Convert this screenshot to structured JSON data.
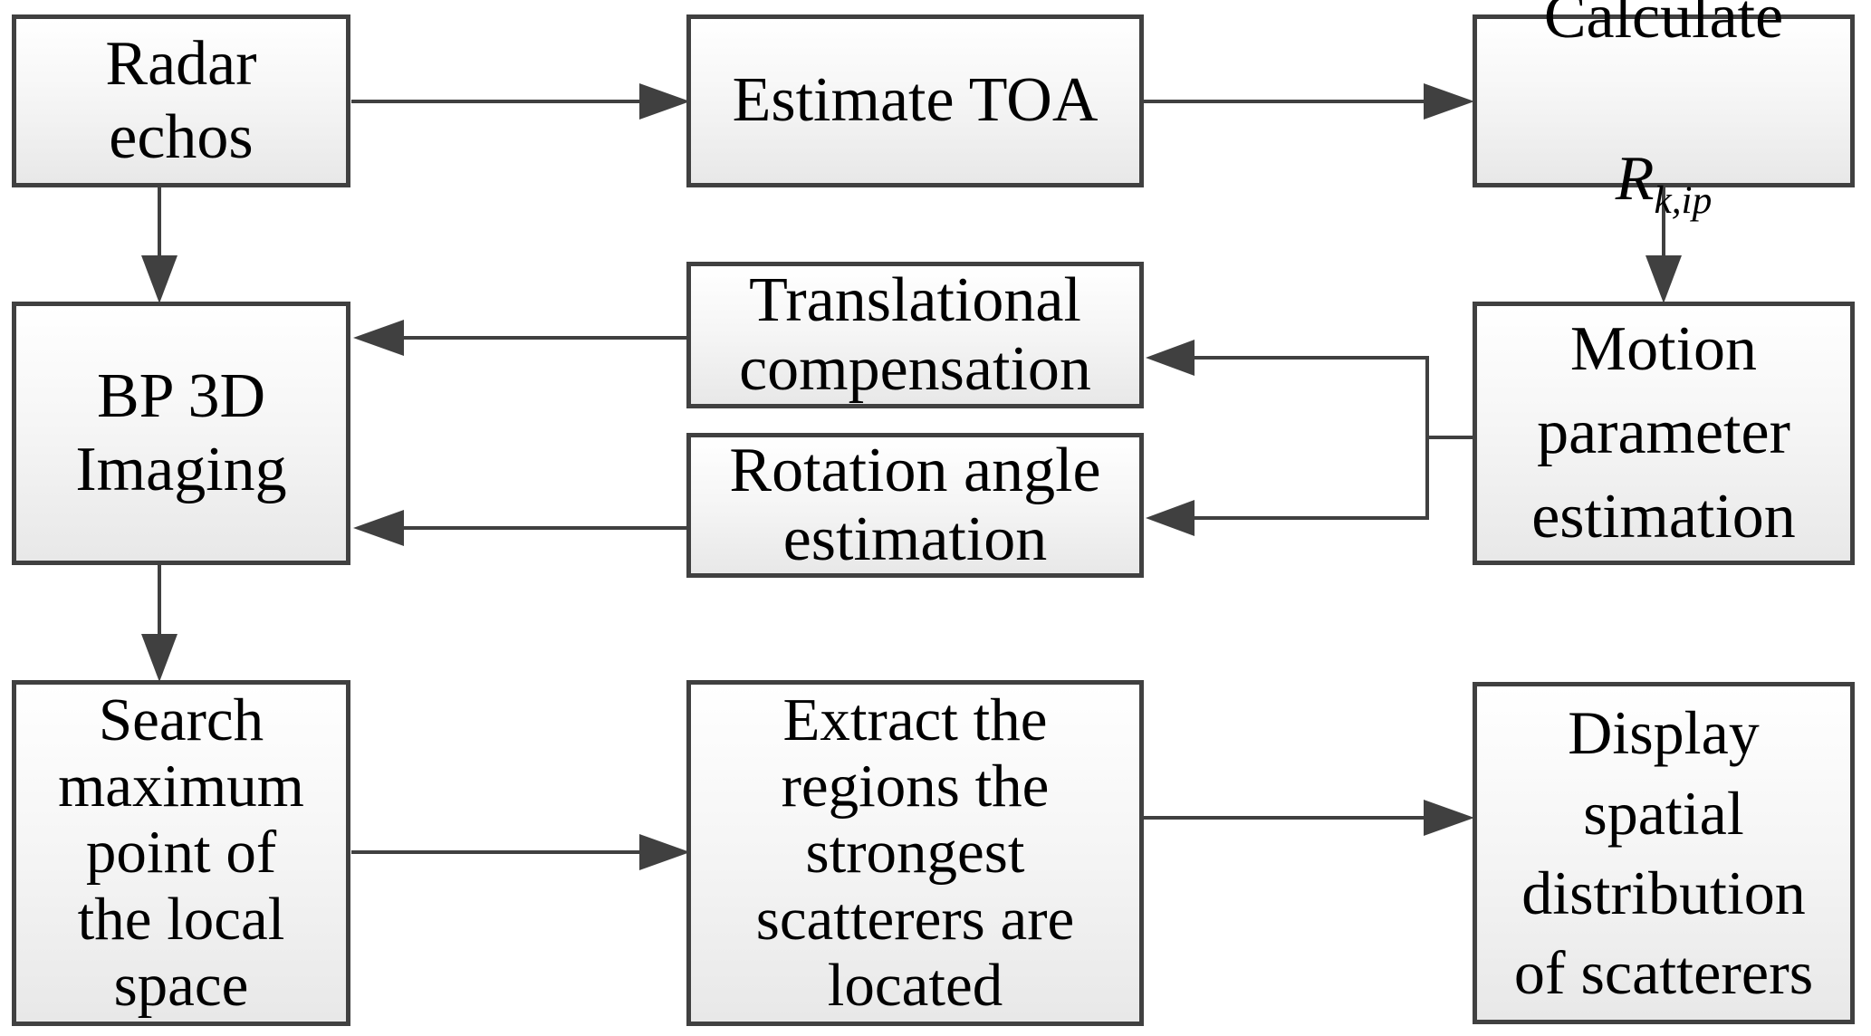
{
  "diagram": {
    "type": "flowchart",
    "colors": {
      "box_border": "#404040",
      "connector": "#404040",
      "box_fill_top": "#ffffff",
      "box_fill_bottom": "#e8e8e8",
      "text": "#000000",
      "background": "#ffffff"
    },
    "boxes": [
      {
        "id": "radar-echos",
        "label": "Radar\nechos"
      },
      {
        "id": "estimate-toa",
        "label": "Estimate TOA"
      },
      {
        "id": "calculate-r",
        "line1": "Calculate",
        "symbol": "R",
        "subscript": "k,ip"
      },
      {
        "id": "bp-3d-imaging",
        "label": "BP 3D\nImaging"
      },
      {
        "id": "translational-compensation",
        "label": "Translational\ncompensation"
      },
      {
        "id": "rotation-angle-estimation",
        "label": "Rotation angle\nestimation"
      },
      {
        "id": "motion-parameter-estimation",
        "label": "Motion\nparameter\nestimation"
      },
      {
        "id": "search-maximum-point",
        "label": "Search\nmaximum\npoint of\nthe local\nspace"
      },
      {
        "id": "extract-regions",
        "label": "Extract the\nregions the\nstrongest\nscatterers are\nlocated"
      },
      {
        "id": "display-distribution",
        "label": "Display\nspatial\ndistribution\nof scatterers"
      }
    ],
    "edges": [
      {
        "from": "radar-echos",
        "to": "estimate-toa"
      },
      {
        "from": "estimate-toa",
        "to": "calculate-r"
      },
      {
        "from": "radar-echos",
        "to": "bp-3d-imaging"
      },
      {
        "from": "calculate-r",
        "to": "motion-parameter-estimation"
      },
      {
        "from": "motion-parameter-estimation",
        "to": "translational-compensation"
      },
      {
        "from": "motion-parameter-estimation",
        "to": "rotation-angle-estimation"
      },
      {
        "from": "translational-compensation",
        "to": "bp-3d-imaging"
      },
      {
        "from": "rotation-angle-estimation",
        "to": "bp-3d-imaging"
      },
      {
        "from": "bp-3d-imaging",
        "to": "search-maximum-point"
      },
      {
        "from": "search-maximum-point",
        "to": "extract-regions"
      },
      {
        "from": "extract-regions",
        "to": "display-distribution"
      }
    ]
  }
}
